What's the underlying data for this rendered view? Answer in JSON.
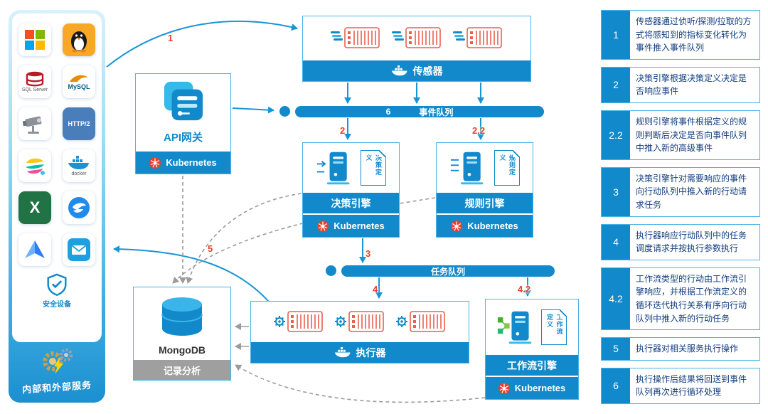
{
  "colors": {
    "primary_blue": "#1189cb",
    "box_border_blue": "#49b4e6",
    "accent_red": "#e8402d",
    "arrow_blue": "#1795d6",
    "arrow_gray": "#9b9b9b",
    "gray_bar": "#9f9f9f",
    "legend_text_navy": "#123c7c"
  },
  "left_panel": {
    "footer_label": "内部和外部服务",
    "tiles": [
      {
        "name": "windows-logo"
      },
      {
        "name": "linux-logo"
      },
      {
        "name": "sql-server-logo",
        "label": "SQL Server"
      },
      {
        "name": "mysql-logo",
        "label": "MySQL"
      },
      {
        "name": "camera-icon"
      },
      {
        "name": "http2-icon",
        "label": "HTTP/2"
      },
      {
        "name": "elastic-logo"
      },
      {
        "name": "docker-logo",
        "label": "docker"
      },
      {
        "name": "excel-logo",
        "glyph": "X"
      },
      {
        "name": "dingtalk-logo"
      },
      {
        "name": "drive-logo"
      },
      {
        "name": "mail-icon"
      },
      {
        "name": "security-device-icon",
        "label": "安全设备"
      }
    ]
  },
  "nodes": {
    "api_gateway": {
      "title": "API网关",
      "platform": "Kubernetes"
    },
    "sensor": {
      "title": "传感器"
    },
    "event_queue": {
      "number": "6",
      "title": "事件队列"
    },
    "decision_engine": {
      "title": "决策引擎",
      "platform": "Kubernetes",
      "doc_label": "决策定义"
    },
    "rule_engine": {
      "title": "规则引擎",
      "platform": "Kubernetes",
      "doc_label": "规则定义"
    },
    "task_queue": {
      "title": "任务队列"
    },
    "executor": {
      "title": "执行器"
    },
    "workflow_engine": {
      "title": "工作流引擎",
      "platform": "Kubernetes",
      "doc_label": "工作流定义"
    },
    "mongodb": {
      "title": "MongoDB",
      "footer": "记录分析"
    }
  },
  "edge_labels": {
    "l1": "1",
    "l2": "2",
    "l22": "2.2",
    "l3": "3",
    "l4": "4",
    "l42": "4.2",
    "l5": "5"
  },
  "legend": [
    {
      "num": "1",
      "text": "传感器通过侦听/探测/拉取的方式将感知到的指标变化转化为事件推入事件队列"
    },
    {
      "num": "2",
      "text": "决策引擎根据决策定义决定是否响应事件"
    },
    {
      "num": "2.2",
      "text": "规则引擎将事件根据定义的规则判断后决定是否向事件队列中推入新的高级事件"
    },
    {
      "num": "3",
      "text": "决策引擎针对需要响应的事件向行动队列中推入新的行动请求任务"
    },
    {
      "num": "4",
      "text": "执行器响应行动队列中的任务调度请求并按执行参数执行"
    },
    {
      "num": "4.2",
      "text": "工作流类型的行动由工作流引擎响应，并根据工作流定义的循环迭代执行关系有序向行动队列中推入新的行动任务"
    },
    {
      "num": "5",
      "text": "执行器对相关服务执行操作"
    },
    {
      "num": "6",
      "text": "执行操作后结果将回送到事件队列再次进行循环处理"
    }
  ]
}
